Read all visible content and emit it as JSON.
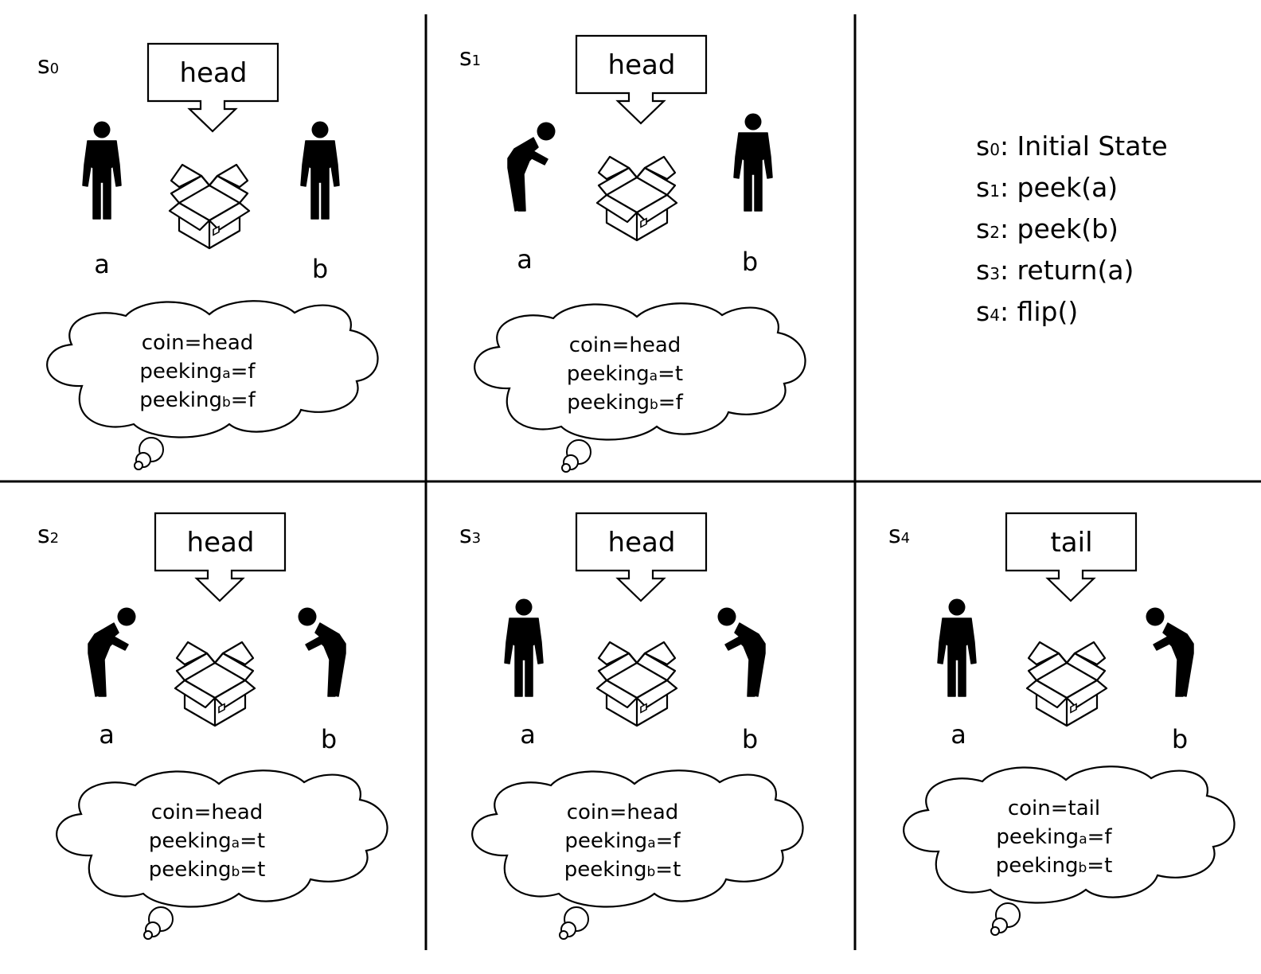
{
  "panels": [
    {
      "state_letter": "s",
      "state_sub": "0",
      "label": "head",
      "person_a": "a",
      "person_b": "b",
      "a_pose": "standing",
      "b_pose": "standing",
      "thought": {
        "coin": "coin=head",
        "peek_a_prefix": "peeking",
        "peek_a_sub": "a",
        "peek_a_value": "=f",
        "peek_b_prefix": "peeking",
        "peek_b_sub": "b",
        "peek_b_value": "=f"
      }
    },
    {
      "state_letter": "s",
      "state_sub": "1",
      "label": "head",
      "person_a": "a",
      "person_b": "b",
      "a_pose": "bending",
      "b_pose": "standing",
      "thought": {
        "coin": "coin=head",
        "peek_a_prefix": "peeking",
        "peek_a_sub": "a",
        "peek_a_value": "=t",
        "peek_b_prefix": "peeking",
        "peek_b_sub": "b",
        "peek_b_value": "=f"
      }
    },
    {
      "state_letter": "s",
      "state_sub": "2",
      "label": "head",
      "person_a": "a",
      "person_b": "b",
      "a_pose": "bending",
      "b_pose": "bending",
      "thought": {
        "coin": "coin=head",
        "peek_a_prefix": "peeking",
        "peek_a_sub": "a",
        "peek_a_value": "=t",
        "peek_b_prefix": "peeking",
        "peek_b_sub": "b",
        "peek_b_value": "=t"
      }
    },
    {
      "state_letter": "s",
      "state_sub": "3",
      "label": "head",
      "person_a": "a",
      "person_b": "b",
      "a_pose": "standing",
      "b_pose": "bending",
      "thought": {
        "coin": "coin=head",
        "peek_a_prefix": "peeking",
        "peek_a_sub": "a",
        "peek_a_value": "=f",
        "peek_b_prefix": "peeking",
        "peek_b_sub": "b",
        "peek_b_value": "=t"
      }
    },
    {
      "state_letter": "s",
      "state_sub": "4",
      "label": "tail",
      "person_a": "a",
      "person_b": "b",
      "a_pose": "standing",
      "b_pose": "bending",
      "thought": {
        "coin": "coin=tail",
        "peek_a_prefix": "peeking",
        "peek_a_sub": "a",
        "peek_a_value": "=f",
        "peek_b_prefix": "peeking",
        "peek_b_sub": "b",
        "peek_b_value": "=t"
      }
    }
  ],
  "legend": [
    {
      "letter": "s",
      "sub": "0",
      "text": ": Initial State"
    },
    {
      "letter": "s",
      "sub": "1",
      "text": ": peek(a)"
    },
    {
      "letter": "s",
      "sub": "2",
      "text": ": peek(b)"
    },
    {
      "letter": "s",
      "sub": "3",
      "text": ": return(a)"
    },
    {
      "letter": "s",
      "sub": "4",
      "text": ": flip()"
    }
  ],
  "icons": {
    "person": "person-icon",
    "box": "open-box-icon",
    "callout": "callout-box",
    "thought": "thought-cloud"
  },
  "colors": {
    "ink": "#000000",
    "background": "#ffffff"
  }
}
